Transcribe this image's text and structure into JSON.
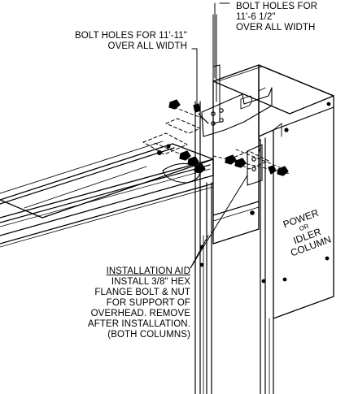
{
  "callouts": {
    "holes_11_6": [
      "BOLT HOLES FOR",
      "11'-6 1/2\"",
      "OVER ALL WIDTH"
    ],
    "holes_11_11": [
      "BOLT HOLES FOR 11'-11\"",
      "OVER ALL WIDTH"
    ],
    "installation_aid": {
      "title": "INSTALLATION AID",
      "lines": [
        "INSTALL 3/8\" HEX",
        "FLANGE BOLT & NUT",
        "FOR SUPPORT OF",
        "OVERHEAD. REMOVE",
        "AFTER INSTALLATION.",
        "(BOTH COLUMNS)"
      ]
    }
  },
  "column_label": [
    "POWER",
    "OR",
    "IDLER",
    "COLUMN"
  ],
  "colors": {
    "line": "#000000",
    "background": "#ffffff"
  }
}
